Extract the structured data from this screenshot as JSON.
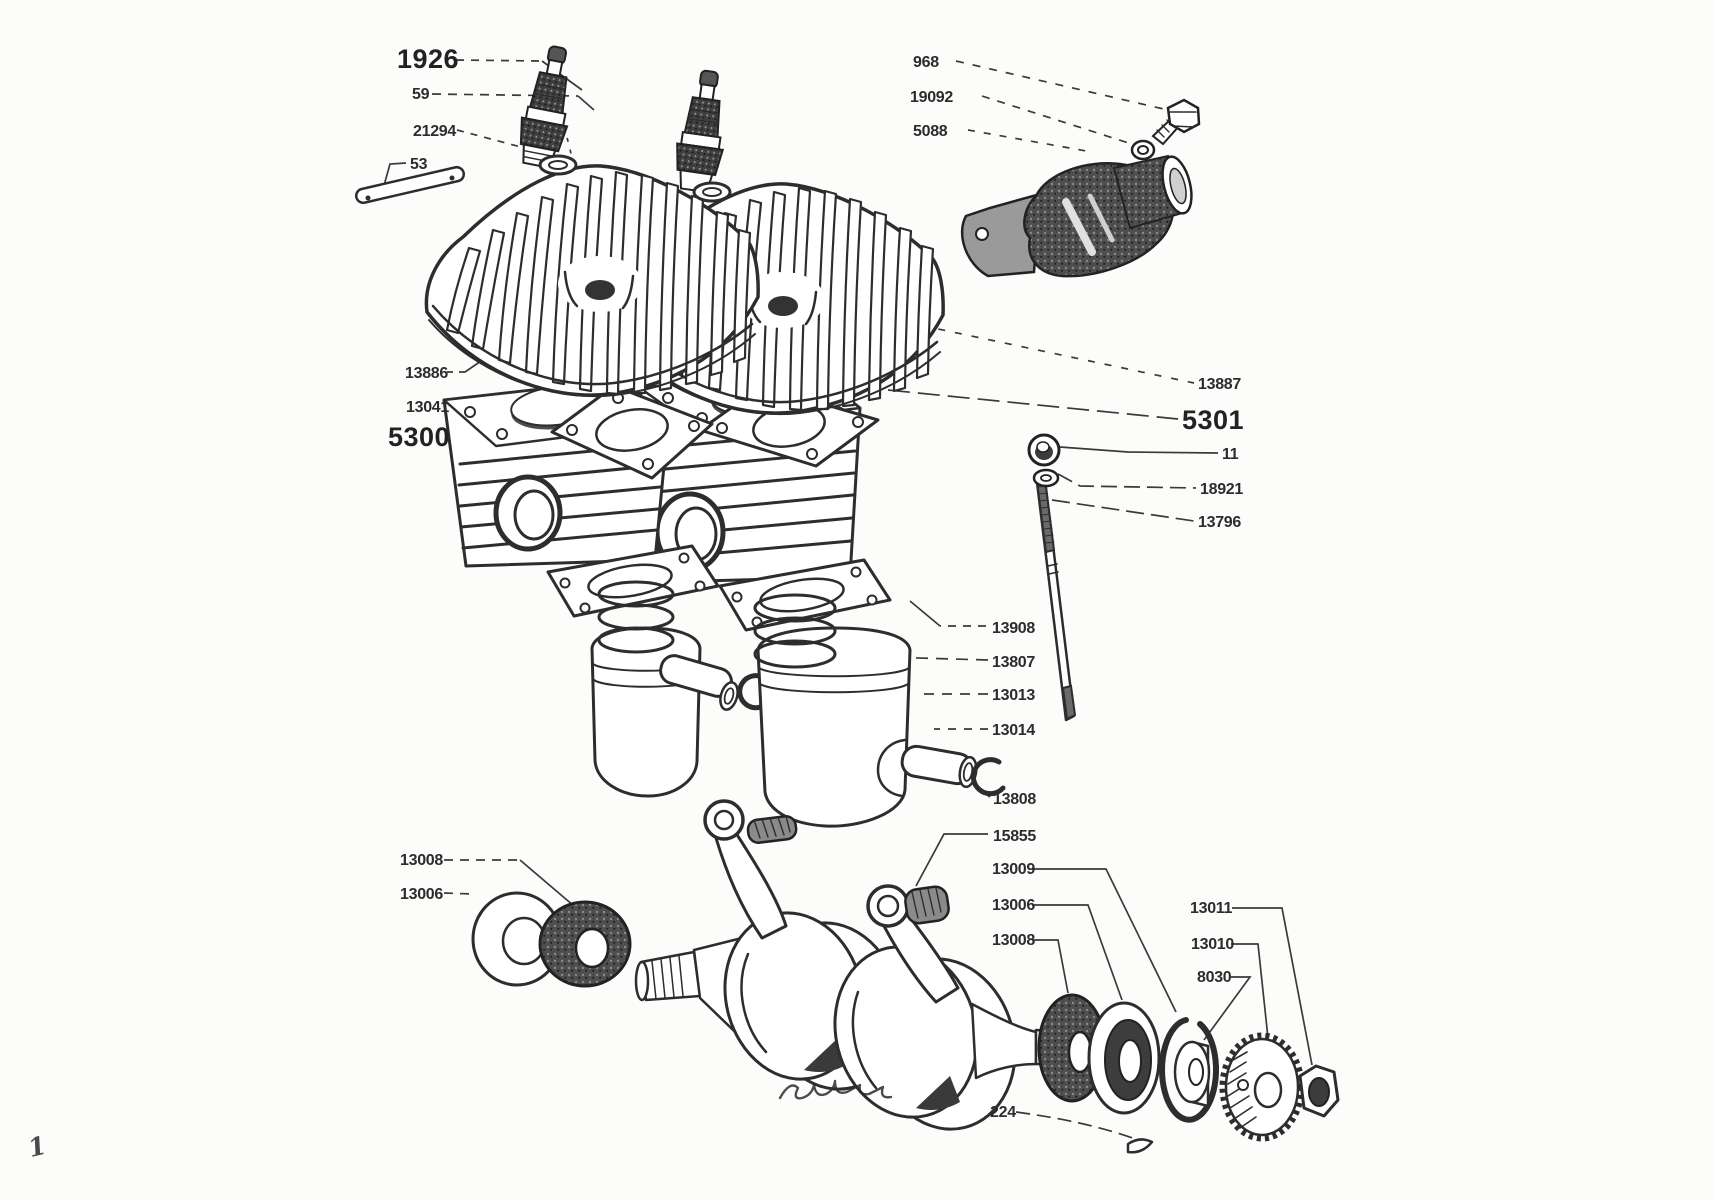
{
  "figure": {
    "page_number": "1",
    "ink_color": "#2d2d2d",
    "paper_color": "#fcfcfb",
    "callouts": [
      {
        "id": "spark-plug",
        "text": "1926"
      },
      {
        "id": "plug-washer",
        "text": "59"
      },
      {
        "id": "plug-gasket",
        "text": "21294"
      },
      {
        "id": "dowel-pin",
        "text": "53"
      },
      {
        "id": "manifold-bolt",
        "text": "968"
      },
      {
        "id": "manifold-washer",
        "text": "19092"
      },
      {
        "id": "intake-manifold",
        "text": "5088"
      },
      {
        "id": "cylinder-head-left",
        "text": "13886"
      },
      {
        "id": "head-gasket",
        "text": "13041"
      },
      {
        "id": "cylinder-left-assembly",
        "text": "5300"
      },
      {
        "id": "cylinder-head-right",
        "text": "13887"
      },
      {
        "id": "cylinder-right-assembly",
        "text": "5301"
      },
      {
        "id": "stud-nut",
        "text": "11"
      },
      {
        "id": "stud-washer",
        "text": "18921"
      },
      {
        "id": "cylinder-stud",
        "text": "13796"
      },
      {
        "id": "base-gasket",
        "text": "13908"
      },
      {
        "id": "piston-rings",
        "text": "13807"
      },
      {
        "id": "piston",
        "text": "13013"
      },
      {
        "id": "piston-clip",
        "text": "13014"
      },
      {
        "id": "wrist-pin-clip",
        "text": "13808"
      },
      {
        "id": "rod-bearing",
        "text": "15855"
      },
      {
        "id": "snap-ring",
        "text": "13009"
      },
      {
        "id": "bearing-right",
        "text": "13006"
      },
      {
        "id": "seal-right",
        "text": "13008"
      },
      {
        "id": "seal-left",
        "text": "13008"
      },
      {
        "id": "bearing-left",
        "text": "13006"
      },
      {
        "id": "crank-nut",
        "text": "13011"
      },
      {
        "id": "crank-gear",
        "text": "13010"
      },
      {
        "id": "gear-collar",
        "text": "8030"
      },
      {
        "id": "woodruff-key",
        "text": "224"
      }
    ]
  }
}
